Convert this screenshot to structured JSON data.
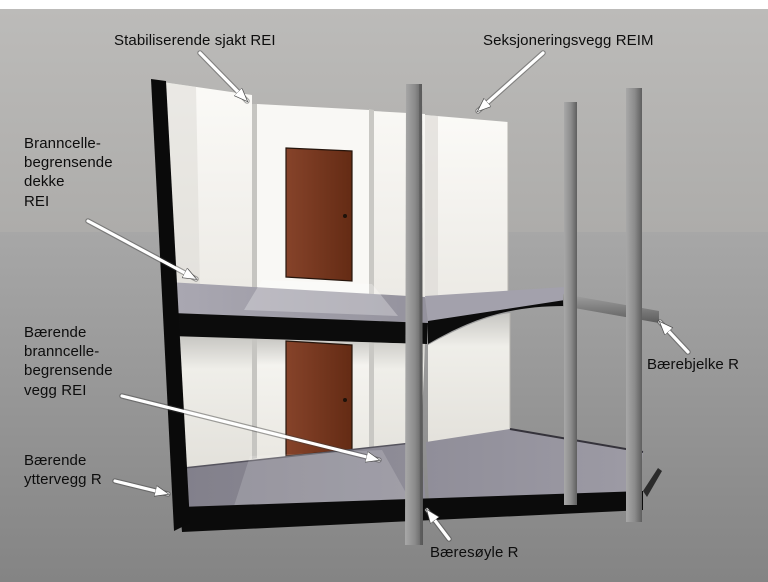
{
  "labels": {
    "stabiliserende_sjakt": "Stabiliserende sjakt REI",
    "seksjoneringsvegg": "Seksjoneringsvegg REIM",
    "branncellebegrensende_dekke": "Branncelle-\nbegrensende\ndekke\nREI",
    "baerende_branncellebegrensende_vegg": "Bærende\nbranncelle-\nbegrensende\nvegg REI",
    "baerende_yttervegg": "Bærende\nyttervegg R",
    "baerebjelke": "Bærebjelke R",
    "baeresoyle": "Bæresøyle R"
  },
  "colors": {
    "background_top": "#b7b6b4",
    "background_bottom": "#858585",
    "wall_white": "#f4f3ef",
    "slab_black": "#0c0c0c",
    "door_brown": "#7b3a1f",
    "column_gray": "#8b8b8b",
    "floor_gray": "#8f8d98",
    "arrow": "#ffffff",
    "label_text": "#0d0d0d"
  }
}
